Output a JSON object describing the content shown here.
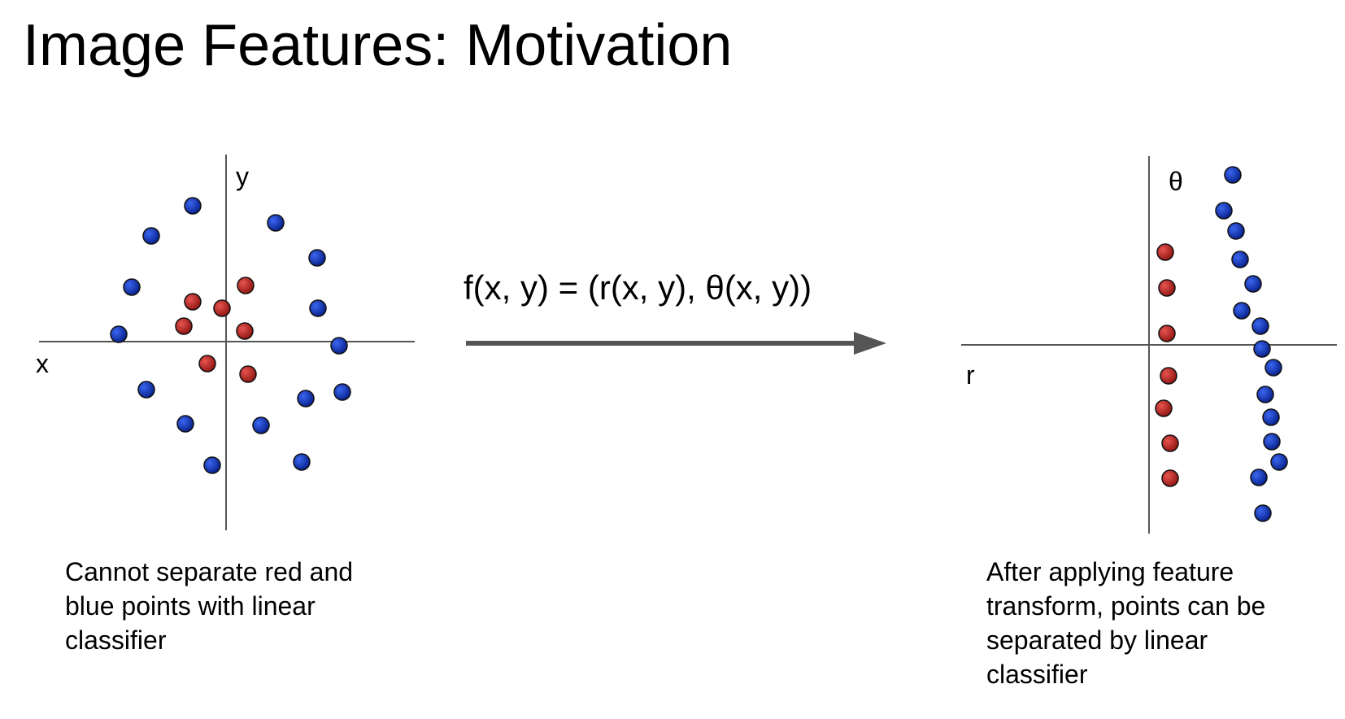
{
  "title": "Image Features: Motivation",
  "colors": {
    "red_point": "#c0221f",
    "blue_point": "#0b36c9",
    "axis": "#555555",
    "arrow": "#555555"
  },
  "left_plot": {
    "x_label": "x",
    "y_label": "y",
    "caption": "Cannot separate red and blue points with linear classifier"
  },
  "transform": {
    "formula": "f(x, y) = (r(x, y), θ(x, y))"
  },
  "right_plot": {
    "x_label": "r",
    "y_label": "θ",
    "caption": "After applying feature transform, points can be separated by linear classifier"
  }
}
